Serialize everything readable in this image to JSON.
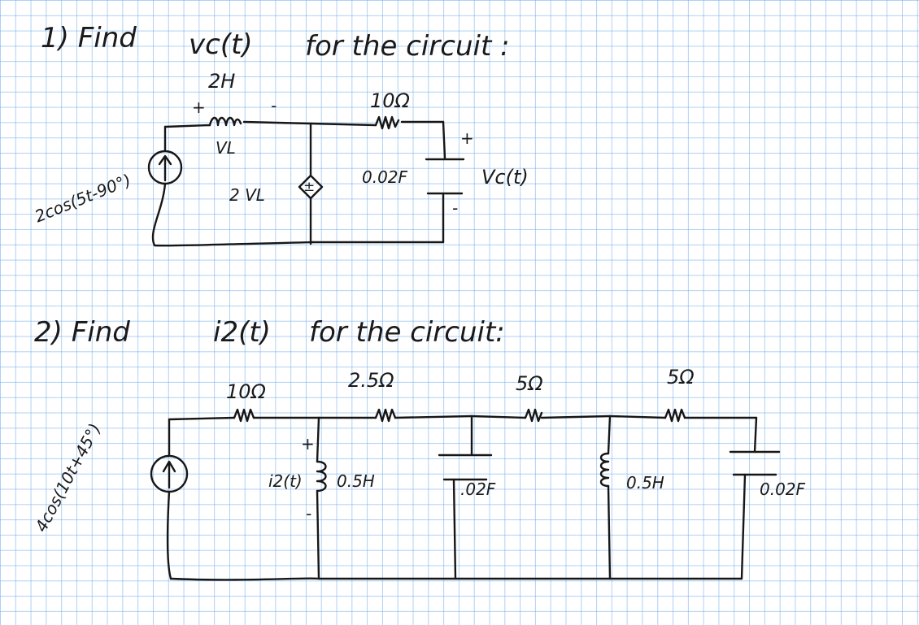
{
  "problem1": {
    "heading": "1) Find",
    "target": "vc(t)",
    "suffix": "for the circuit :",
    "source": "2cos(5t-90°)",
    "inductor": "2H",
    "inductor_plus": "+",
    "inductor_minus": "-",
    "vl": "VL",
    "dependent": "2 VL",
    "dep_sign": "±",
    "resistor": "10Ω",
    "capacitor": "0.02F",
    "cap_plus": "+",
    "cap_minus": "-",
    "vc": "Vc(t)"
  },
  "problem2": {
    "heading": "2) Find",
    "target": "i2(t)",
    "suffix": "for the circuit:",
    "source": "4cos(10t+45°)",
    "r1": "10Ω",
    "r2": "2.5Ω",
    "r3": "5Ω",
    "r4": "5Ω",
    "plus": "+",
    "minus": "-",
    "i2": "i2(t)",
    "l1": "0.5H",
    "c1": ".02F",
    "l2": "0.5H",
    "c2": "0.02F"
  }
}
